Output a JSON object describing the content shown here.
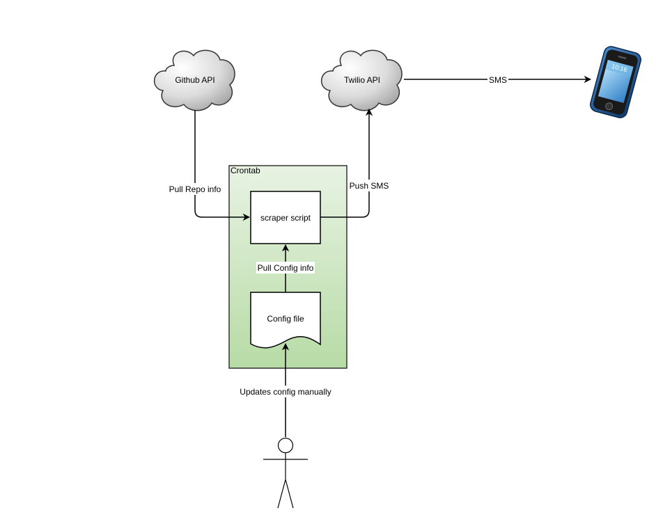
{
  "nodes": {
    "github": {
      "label": "Github API",
      "shape": "cloud"
    },
    "twilio": {
      "label": "Twilio API",
      "shape": "cloud"
    },
    "crontab": {
      "label": "Crontab",
      "shape": "container"
    },
    "scraper": {
      "label": "scraper script",
      "shape": "rectangle"
    },
    "config": {
      "label": "Config file",
      "shape": "document"
    },
    "phone": {
      "icon": "smartphone-icon",
      "clock": "10:16"
    },
    "user": {
      "icon": "stick-figure-actor-icon"
    }
  },
  "edges": {
    "pull_repo": {
      "from": "github",
      "to": "scraper",
      "label": "Pull Repo info"
    },
    "push_sms": {
      "from": "scraper",
      "to": "twilio",
      "label": "Push SMS"
    },
    "sms": {
      "from": "twilio",
      "to": "phone",
      "label": "SMS"
    },
    "pull_config": {
      "from": "config",
      "to": "scraper",
      "label": "Pull Config info"
    },
    "updates_config": {
      "from": "user",
      "to": "config",
      "label": "Updates config manually"
    }
  },
  "colors": {
    "container_top": "#e8f3e3",
    "container_bottom": "#b7dba6",
    "cloud_light": "#ffffff",
    "cloud_dark": "#9e9e9e",
    "phone_body": "#1c5b9c"
  }
}
